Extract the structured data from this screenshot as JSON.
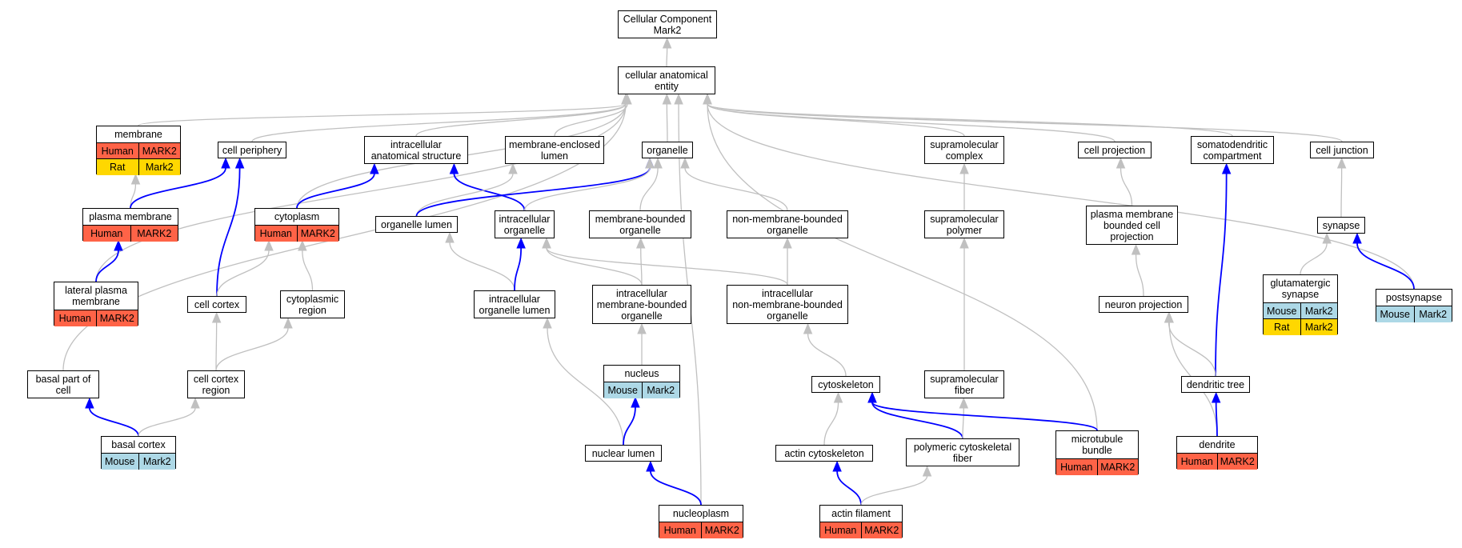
{
  "colors": {
    "Human": "#ff6347",
    "Mouse": "#add8e6",
    "Rat": "#ffd700",
    "edge_gray": "#c0c0c0",
    "edge_blue": "#0000ff"
  },
  "nodes": [
    {
      "id": "cc",
      "label": "Cellular Component\nMark2"
    },
    {
      "id": "cae",
      "label": "cellular anatomical\nentity"
    },
    {
      "id": "membrane",
      "label": "membrane",
      "rows": [
        [
          "Human",
          "MARK2"
        ],
        [
          "Rat",
          "Mark2"
        ]
      ]
    },
    {
      "id": "cellper",
      "label": "cell periphery"
    },
    {
      "id": "ias",
      "label": "intracellular\nanatomical structure"
    },
    {
      "id": "mel",
      "label": "membrane-enclosed\nlumen"
    },
    {
      "id": "organelle",
      "label": "organelle"
    },
    {
      "id": "supcomplex",
      "label": "supramolecular\ncomplex"
    },
    {
      "id": "cellproj",
      "label": "cell projection"
    },
    {
      "id": "somato",
      "label": "somatodendritic\ncompartment"
    },
    {
      "id": "celljunc",
      "label": "cell junction"
    },
    {
      "id": "pm",
      "label": "plasma membrane",
      "rows": [
        [
          "Human",
          "MARK2"
        ]
      ]
    },
    {
      "id": "cytoplasm",
      "label": "cytoplasm",
      "rows": [
        [
          "Human",
          "MARK2"
        ]
      ]
    },
    {
      "id": "orglumen",
      "label": "organelle lumen"
    },
    {
      "id": "intorg",
      "label": "intracellular\norganelle"
    },
    {
      "id": "mbo",
      "label": "membrane-bounded\norganelle"
    },
    {
      "id": "nmbo",
      "label": "non-membrane-bounded\norganelle"
    },
    {
      "id": "suppolymer",
      "label": "supramolecular\npolymer"
    },
    {
      "id": "pmbcp",
      "label": "plasma membrane\nbounded cell\nprojection"
    },
    {
      "id": "synapse",
      "label": "synapse"
    },
    {
      "id": "lpm",
      "label": "lateral plasma\nmembrane",
      "rows": [
        [
          "Human",
          "MARK2"
        ]
      ]
    },
    {
      "id": "cellcortex",
      "label": "cell cortex"
    },
    {
      "id": "cytoreg",
      "label": "cytoplasmic\nregion"
    },
    {
      "id": "iol",
      "label": "intracellular\norganelle lumen"
    },
    {
      "id": "imbo",
      "label": "intracellular\nmembrane-bounded\norganelle"
    },
    {
      "id": "inmbo",
      "label": "intracellular\nnon-membrane-bounded\norganelle"
    },
    {
      "id": "neuronproj",
      "label": "neuron projection"
    },
    {
      "id": "glusyn",
      "label": "glutamatergic\nsynapse",
      "rows": [
        [
          "Mouse",
          "Mark2"
        ],
        [
          "Rat",
          "Mark2"
        ]
      ]
    },
    {
      "id": "postsyn",
      "label": "postsynapse",
      "rows": [
        [
          "Mouse",
          "Mark2"
        ]
      ]
    },
    {
      "id": "basalpart",
      "label": "basal part of\ncell"
    },
    {
      "id": "ccregion",
      "label": "cell cortex\nregion"
    },
    {
      "id": "nucleus",
      "label": "nucleus",
      "rows": [
        [
          "Mouse",
          "Mark2"
        ]
      ]
    },
    {
      "id": "cytoskeleton",
      "label": "cytoskeleton"
    },
    {
      "id": "supfiber",
      "label": "supramolecular\nfiber"
    },
    {
      "id": "dendtree",
      "label": "dendritic tree"
    },
    {
      "id": "basalcortex",
      "label": "basal cortex",
      "rows": [
        [
          "Mouse",
          "Mark2"
        ]
      ]
    },
    {
      "id": "nuclumen",
      "label": "nuclear lumen"
    },
    {
      "id": "actincyto",
      "label": "actin cytoskeleton"
    },
    {
      "id": "pcf",
      "label": "polymeric cytoskeletal\nfiber"
    },
    {
      "id": "mtbundle",
      "label": "microtubule\nbundle",
      "rows": [
        [
          "Human",
          "MARK2"
        ]
      ]
    },
    {
      "id": "dendrite",
      "label": "dendrite",
      "rows": [
        [
          "Human",
          "MARK2"
        ]
      ]
    },
    {
      "id": "nucleoplasm",
      "label": "nucleoplasm",
      "rows": [
        [
          "Human",
          "MARK2"
        ]
      ]
    },
    {
      "id": "actinfil",
      "label": "actin filament",
      "rows": [
        [
          "Human",
          "MARK2"
        ]
      ]
    }
  ],
  "edges": [
    {
      "from": "cae",
      "to": "cc",
      "type": "gray"
    },
    {
      "from": "membrane",
      "to": "cae",
      "type": "gray"
    },
    {
      "from": "cellper",
      "to": "cae",
      "type": "gray"
    },
    {
      "from": "ias",
      "to": "cae",
      "type": "gray"
    },
    {
      "from": "mel",
      "to": "cae",
      "type": "gray"
    },
    {
      "from": "organelle",
      "to": "cae",
      "type": "gray"
    },
    {
      "from": "supcomplex",
      "to": "cae",
      "type": "gray"
    },
    {
      "from": "cellproj",
      "to": "cae",
      "type": "gray"
    },
    {
      "from": "somato",
      "to": "cae",
      "type": "gray"
    },
    {
      "from": "celljunc",
      "to": "cae",
      "type": "gray"
    },
    {
      "from": "cytoplasm",
      "to": "cae",
      "type": "gray"
    },
    {
      "from": "lpm",
      "to": "cae",
      "type": "gray"
    },
    {
      "from": "basalpart",
      "to": "cae",
      "type": "gray"
    },
    {
      "from": "nucleoplasm",
      "to": "cae",
      "type": "gray"
    },
    {
      "from": "mtbundle",
      "to": "cae",
      "type": "gray"
    },
    {
      "from": "postsyn",
      "to": "cae",
      "type": "gray"
    },
    {
      "from": "pm",
      "to": "membrane",
      "type": "gray"
    },
    {
      "from": "pm",
      "to": "cellper",
      "type": "blue"
    },
    {
      "from": "cellcortex",
      "to": "cellper",
      "type": "blue"
    },
    {
      "from": "lpm",
      "to": "pm",
      "type": "blue"
    },
    {
      "from": "cytoplasm",
      "to": "ias",
      "type": "blue"
    },
    {
      "from": "intorg",
      "to": "ias",
      "type": "blue"
    },
    {
      "from": "orglumen",
      "to": "mel",
      "type": "gray"
    },
    {
      "from": "orglumen",
      "to": "organelle",
      "type": "blue"
    },
    {
      "from": "intorg",
      "to": "organelle",
      "type": "gray"
    },
    {
      "from": "mbo",
      "to": "organelle",
      "type": "gray"
    },
    {
      "from": "nmbo",
      "to": "organelle",
      "type": "gray"
    },
    {
      "from": "cellcortex",
      "to": "cytoplasm",
      "type": "gray"
    },
    {
      "from": "cytoreg",
      "to": "cytoplasm",
      "type": "gray"
    },
    {
      "from": "iol",
      "to": "orglumen",
      "type": "gray"
    },
    {
      "from": "iol",
      "to": "intorg",
      "type": "blue"
    },
    {
      "from": "imbo",
      "to": "intorg",
      "type": "gray"
    },
    {
      "from": "inmbo",
      "to": "intorg",
      "type": "gray"
    },
    {
      "from": "imbo",
      "to": "mbo",
      "type": "gray"
    },
    {
      "from": "inmbo",
      "to": "nmbo",
      "type": "gray"
    },
    {
      "from": "suppolymer",
      "to": "supcomplex",
      "type": "gray"
    },
    {
      "from": "pmbcp",
      "to": "cellproj",
      "type": "gray"
    },
    {
      "from": "dendtree",
      "to": "somato",
      "type": "blue"
    },
    {
      "from": "synapse",
      "to": "celljunc",
      "type": "gray"
    },
    {
      "from": "supfiber",
      "to": "suppolymer",
      "type": "gray"
    },
    {
      "from": "neuronproj",
      "to": "pmbcp",
      "type": "gray"
    },
    {
      "from": "glusyn",
      "to": "synapse",
      "type": "gray"
    },
    {
      "from": "postsyn",
      "to": "synapse",
      "type": "blue"
    },
    {
      "from": "ccregion",
      "to": "cellcortex",
      "type": "gray"
    },
    {
      "from": "ccregion",
      "to": "cytoreg",
      "type": "gray"
    },
    {
      "from": "nuclumen",
      "to": "iol",
      "type": "gray"
    },
    {
      "from": "nucleus",
      "to": "imbo",
      "type": "gray"
    },
    {
      "from": "cytoskeleton",
      "to": "inmbo",
      "type": "gray"
    },
    {
      "from": "dendtree",
      "to": "neuronproj",
      "type": "gray"
    },
    {
      "from": "dendrite",
      "to": "neuronproj",
      "type": "gray"
    },
    {
      "from": "basalcortex",
      "to": "basalpart",
      "type": "blue"
    },
    {
      "from": "basalcortex",
      "to": "ccregion",
      "type": "gray"
    },
    {
      "from": "nuclumen",
      "to": "nucleus",
      "type": "blue"
    },
    {
      "from": "actincyto",
      "to": "cytoskeleton",
      "type": "gray"
    },
    {
      "from": "pcf",
      "to": "cytoskeleton",
      "type": "blue"
    },
    {
      "from": "pcf",
      "to": "supfiber",
      "type": "gray"
    },
    {
      "from": "mtbundle",
      "to": "cytoskeleton",
      "type": "blue"
    },
    {
      "from": "dendrite",
      "to": "dendtree",
      "type": "blue"
    },
    {
      "from": "nucleoplasm",
      "to": "nuclumen",
      "type": "blue"
    },
    {
      "from": "actinfil",
      "to": "actincyto",
      "type": "blue"
    },
    {
      "from": "actinfil",
      "to": "pcf",
      "type": "gray"
    }
  ]
}
